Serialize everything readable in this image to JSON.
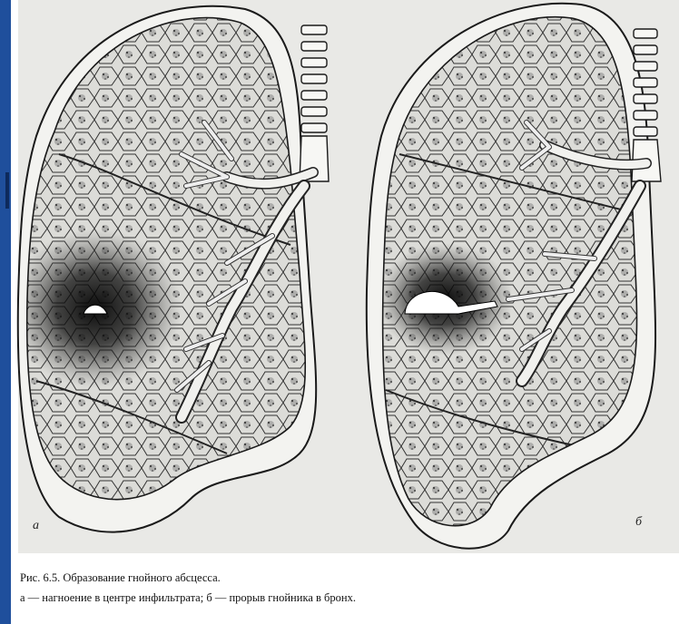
{
  "figure": {
    "label_a": "а",
    "label_b": "б",
    "caption_title": "Рис. 6.5. Образование гнойного абсцесса.",
    "caption_legend": "а — нагноение в центре инфильтрата; б — прорыв гнойника в бронх."
  },
  "colors": {
    "side_band": "#1f4f9c",
    "paper": "#e9e9e6",
    "ink": "#1a1a1a"
  }
}
